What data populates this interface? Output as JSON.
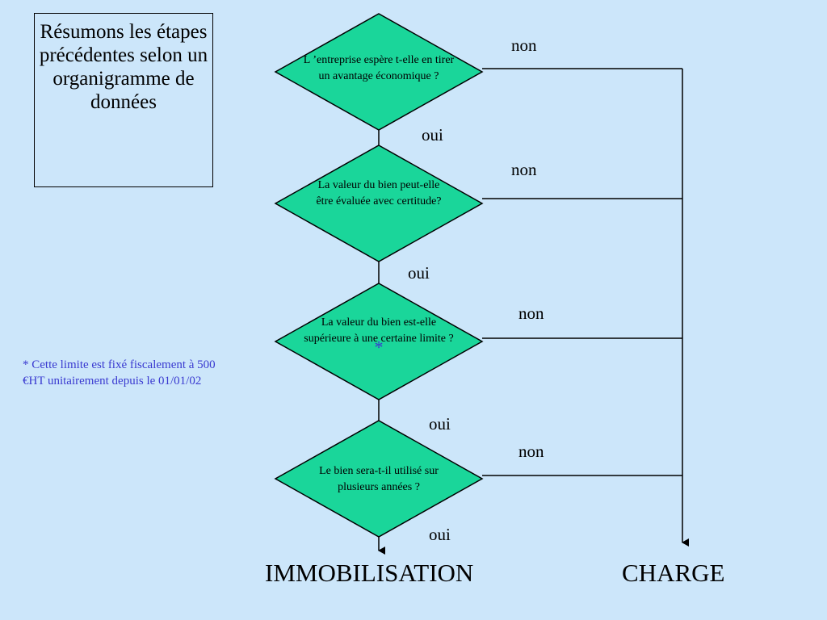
{
  "summary_box": {
    "text": "Résumons les étapes précédentes selon un organigramme de données"
  },
  "footnote": {
    "text": "* Cette limite est fixé  fiscalement à 500 €HT unitairement depuis le 01/01/02"
  },
  "decisions": [
    {
      "text": "L ’entreprise espère t-elle en tirer un avantage économique ?"
    },
    {
      "text": "La valeur du bien peut-elle être évaluée avec certitude?"
    },
    {
      "text": "La valeur du bien est-elle supérieure à une certaine limite ?",
      "marker": "*"
    },
    {
      "text": "Le bien sera-t-il utilisé sur plusieurs années ?"
    }
  ],
  "edge_labels": {
    "no": [
      "non",
      "non",
      "non",
      "non"
    ],
    "yes": [
      "oui",
      "oui",
      "oui",
      "oui"
    ]
  },
  "outcomes": {
    "yes": "IMMOBILISATION",
    "no": "CHARGE"
  },
  "colors": {
    "background": "#cce6fa",
    "diamond_fill": "#1ad69a",
    "footnote": "#3a3ad0"
  }
}
